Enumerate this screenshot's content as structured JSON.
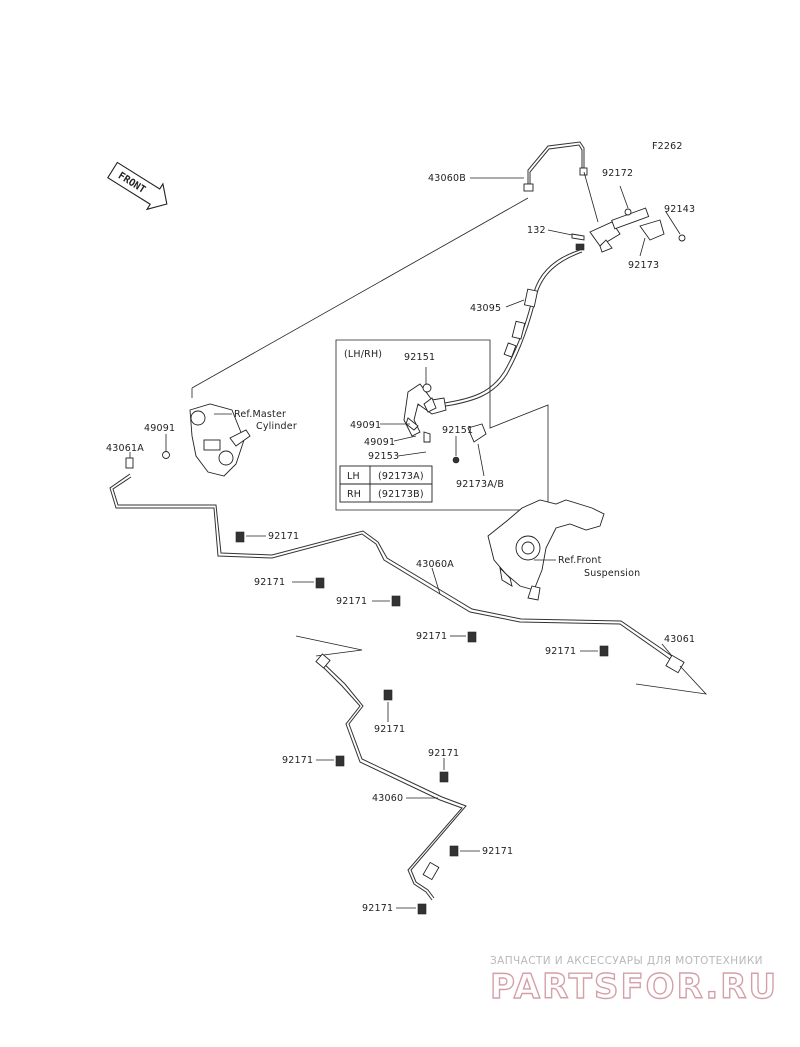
{
  "diagram_code": "F2262",
  "front_arrow": "FRONT",
  "labels": {
    "p43060B": "43060B",
    "p92172": "92172",
    "p92143": "92143",
    "p132": "132",
    "p92173": "92173",
    "p43095": "43095",
    "lhrh": "(LH/RH)",
    "p92151a": "92151",
    "p49091a": "49091",
    "p49091b": "49091",
    "p92153": "92153",
    "p92151b": "92151",
    "p92173ab": "92173A/B",
    "ref_master_1": "Ref.Master",
    "ref_master_2": "Cylinder",
    "p49091c": "49091",
    "p43061A": "43061A",
    "ref_front_1": "Ref.Front",
    "ref_front_2": "Suspension",
    "p43060A": "43060A",
    "c1": "92171",
    "c2": "92171",
    "c3": "92171",
    "c4": "92171",
    "c5": "92171",
    "p43061": "43061",
    "c6": "92171",
    "c7": "92171",
    "c8": "92171",
    "p43060": "43060",
    "c9": "92171",
    "c10": "92171"
  },
  "table": {
    "lh": "LH",
    "lh_part": "(92173A)",
    "rh": "RH",
    "rh_part": "(92173B)"
  },
  "watermark": {
    "line1": "ЗАПЧАСТИ И АКСЕССУАРЫ ДЛЯ МОТОТЕХНИКИ",
    "line2": "PARTSFOR.RU"
  }
}
